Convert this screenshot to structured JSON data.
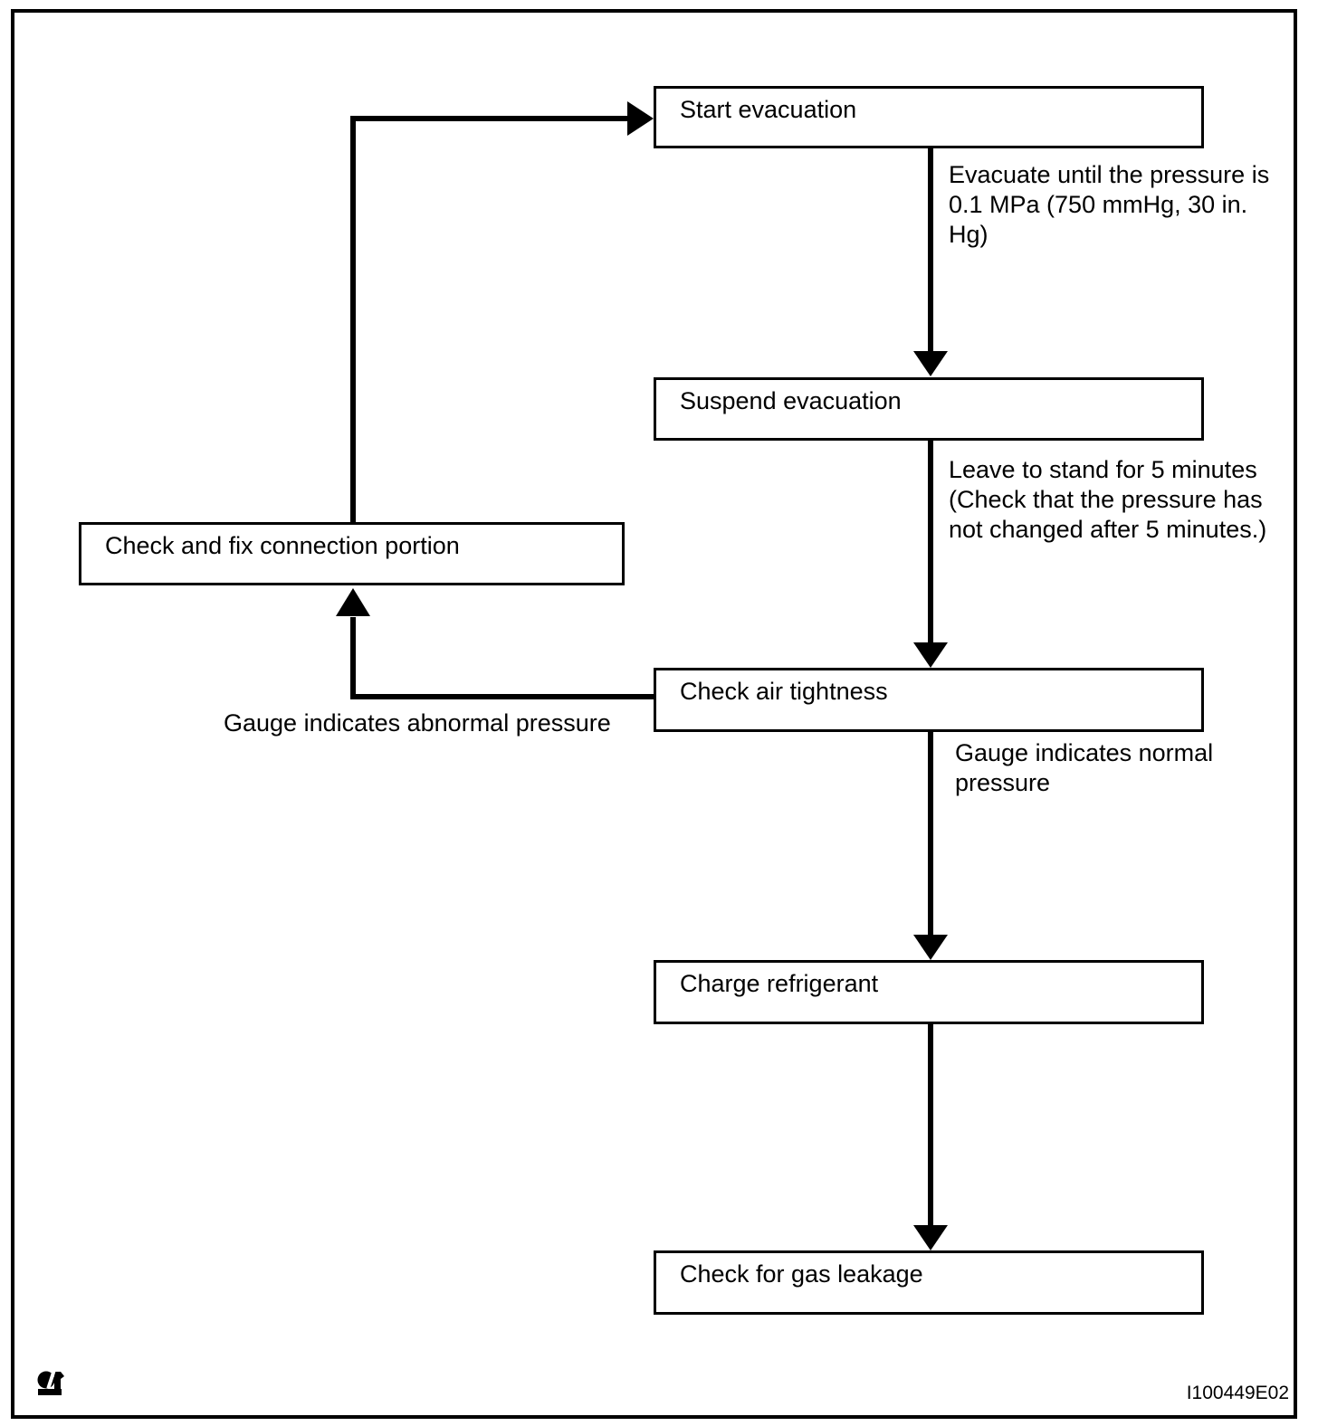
{
  "flowchart": {
    "boxes": [
      {
        "id": "start-evacuation",
        "label": "Start evacuation"
      },
      {
        "id": "suspend-evacuation",
        "label": "Suspend evacuation"
      },
      {
        "id": "check-air-tightness",
        "label": "Check air tightness"
      },
      {
        "id": "charge-refrigerant",
        "label": "Charge refrigerant"
      },
      {
        "id": "check-for-gas-leakage",
        "label": "Check for gas leakage"
      },
      {
        "id": "check-and-fix-connection-portion",
        "label": "Check and fix connection portion"
      }
    ],
    "edge_labels": [
      {
        "id": "evacuate-until",
        "text": "Evacuate until the pressure is\n0.1 MPa (750 mmHg, 30 in.\nHg)"
      },
      {
        "id": "leave-to-stand",
        "text": "Leave to stand for 5 minutes\n(Check that the pressure has\nnot changed after 5 minutes.)"
      },
      {
        "id": "gauge-normal",
        "text": "Gauge indicates normal\npressure"
      },
      {
        "id": "gauge-abnormal",
        "text": "Gauge indicates abnormal pressure"
      }
    ]
  },
  "footer": {
    "figure_code": "I100449E02"
  },
  "colors": {
    "line": "#000000",
    "background": "#ffffff"
  }
}
